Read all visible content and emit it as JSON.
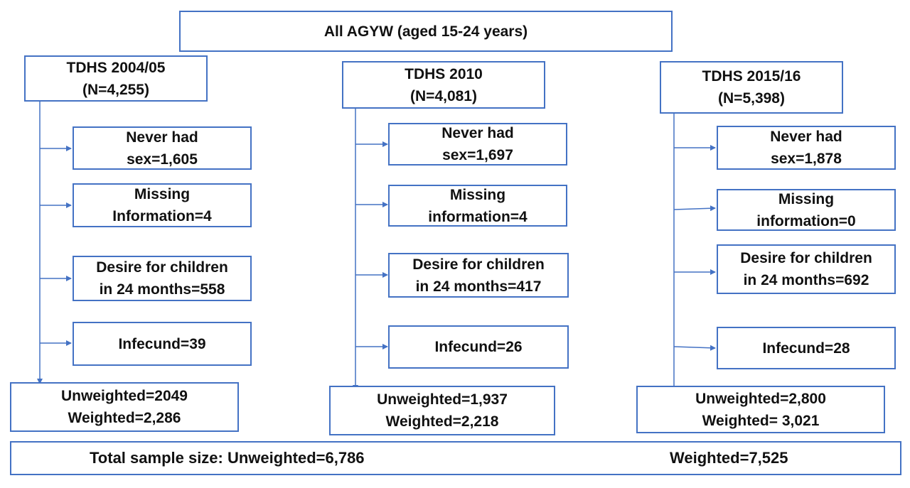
{
  "root": {
    "label": "All AGYW (aged 15-24 years)"
  },
  "surveys": [
    {
      "name": "TDHS 2004/05",
      "n": "(N=4,255)",
      "exclusions": [
        {
          "line1": "Never had",
          "line2": "sex=1,605"
        },
        {
          "line1": "Missing",
          "line2": "Information=4"
        },
        {
          "line1": "Desire for children",
          "line2": "in 24 months=558"
        },
        {
          "line1": "Infecund=39"
        }
      ],
      "result": {
        "unweighted": "Unweighted=2049",
        "weighted": "Weighted=2,286"
      }
    },
    {
      "name": "TDHS 2010",
      "n": "(N=4,081)",
      "exclusions": [
        {
          "line1": "Never had",
          "line2": "sex=1,697"
        },
        {
          "line1": "Missing",
          "line2": "information=4"
        },
        {
          "line1": "Desire for children",
          "line2": "in 24 months=417"
        },
        {
          "line1": "Infecund=26"
        }
      ],
      "result": {
        "unweighted": "Unweighted=1,937",
        "weighted": "Weighted=2,218"
      }
    },
    {
      "name": "TDHS 2015/16",
      "n": "(N=5,398)",
      "exclusions": [
        {
          "line1": "Never had",
          "line2": "sex=1,878"
        },
        {
          "line1": "Missing",
          "line2": "information=0"
        },
        {
          "line1": "Desire for children",
          "line2": "in 24 months=692"
        },
        {
          "line1": "Infecund=28"
        }
      ],
      "result": {
        "unweighted": "Unweighted=2,800",
        "weighted": "Weighted= 3,021"
      }
    }
  ],
  "total": {
    "unweighted": "Total sample size: Unweighted=6,786",
    "weighted": "Weighted=7,525"
  },
  "colors": {
    "border": "#4472c4",
    "arrow": "#4472c4",
    "text": "#111111"
  }
}
